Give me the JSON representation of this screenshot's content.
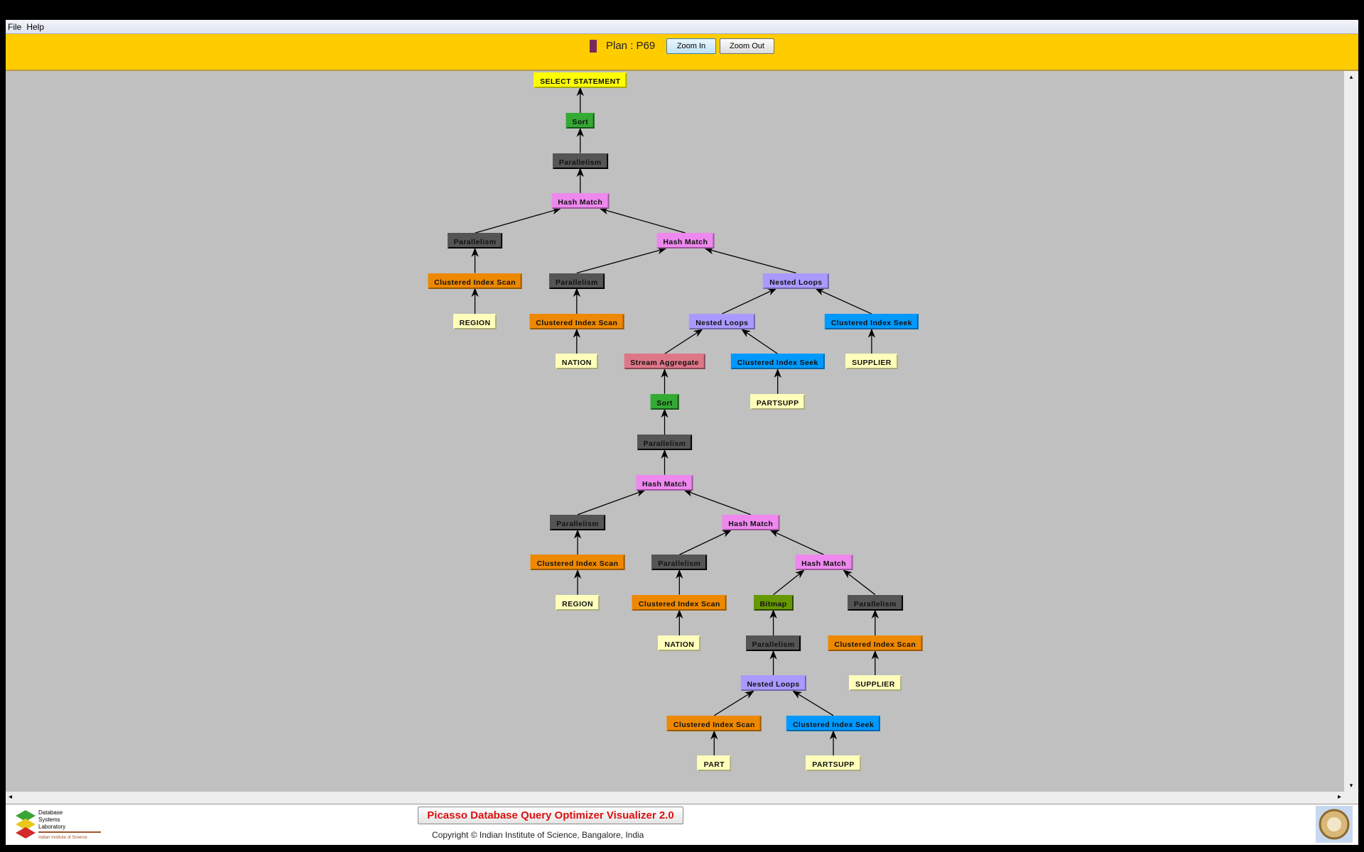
{
  "menu": [
    "File",
    "Help"
  ],
  "toolbar": {
    "plan_label": "Plan : P69",
    "zoom_in": "Zoom In",
    "zoom_out": "Zoom Out",
    "plan_color": "#7a2a5a"
  },
  "footer": {
    "title": "Picasso Database Query Optimizer Visualizer 2.0",
    "copyright": "Copyright © Indian Institute of Science, Bangalore, India",
    "logo_text": [
      "Database",
      "Systems",
      "Laboratory",
      "Indian Institute of Science"
    ]
  },
  "node_colors": {
    "select": "#ffff00",
    "sort": "#33aa33",
    "parallelism": "#555555",
    "hash": "#ee88ee",
    "cis": "#ee8800",
    "table": "#ffffbb",
    "nl": "#aa99ff",
    "seek": "#0099ff",
    "agg": "#dd7788",
    "bitmap": "#669900"
  },
  "plan_tree": [
    {
      "label": "SELECT STATEMENT",
      "type": "select",
      "parent": null
    },
    {
      "label": "Sort",
      "type": "sort",
      "parent": 0
    },
    {
      "label": "Parallelism",
      "type": "parallelism",
      "parent": 1
    },
    {
      "label": "Hash Match",
      "type": "hash",
      "parent": 2
    },
    {
      "label": "Parallelism",
      "type": "parallelism",
      "parent": 3
    },
    {
      "label": "Clustered Index Scan",
      "type": "cis",
      "parent": 4
    },
    {
      "label": "REGION",
      "type": "table",
      "parent": 5
    },
    {
      "label": "Hash Match",
      "type": "hash",
      "parent": 3
    },
    {
      "label": "Parallelism",
      "type": "parallelism",
      "parent": 7
    },
    {
      "label": "Clustered Index Scan",
      "type": "cis",
      "parent": 8
    },
    {
      "label": "NATION",
      "type": "table",
      "parent": 9
    },
    {
      "label": "Nested Loops",
      "type": "nl",
      "parent": 7
    },
    {
      "label": "Nested Loops",
      "type": "nl",
      "parent": 11
    },
    {
      "label": "Clustered Index Seek",
      "type": "seek",
      "parent": 11
    },
    {
      "label": "SUPPLIER",
      "type": "table",
      "parent": 13
    },
    {
      "label": "Stream Aggregate",
      "type": "agg",
      "parent": 12
    },
    {
      "label": "Clustered Index Seek",
      "type": "seek",
      "parent": 12
    },
    {
      "label": "PARTSUPP",
      "type": "table",
      "parent": 16
    },
    {
      "label": "Sort",
      "type": "sort",
      "parent": 15
    },
    {
      "label": "Parallelism",
      "type": "parallelism",
      "parent": 18
    },
    {
      "label": "Hash Match",
      "type": "hash",
      "parent": 19
    },
    {
      "label": "Parallelism",
      "type": "parallelism",
      "parent": 20
    },
    {
      "label": "Clustered Index Scan",
      "type": "cis",
      "parent": 21
    },
    {
      "label": "REGION",
      "type": "table",
      "parent": 22
    },
    {
      "label": "Hash Match",
      "type": "hash",
      "parent": 20
    },
    {
      "label": "Parallelism",
      "type": "parallelism",
      "parent": 24
    },
    {
      "label": "Clustered Index Scan",
      "type": "cis",
      "parent": 25
    },
    {
      "label": "NATION",
      "type": "table",
      "parent": 26
    },
    {
      "label": "Hash Match",
      "type": "hash",
      "parent": 24
    },
    {
      "label": "Bitmap",
      "type": "bitmap",
      "parent": 28
    },
    {
      "label": "Parallelism",
      "type": "parallelism",
      "parent": 29
    },
    {
      "label": "Nested Loops",
      "type": "nl",
      "parent": 30
    },
    {
      "label": "Clustered Index Scan",
      "type": "cis",
      "parent": 31
    },
    {
      "label": "PART",
      "type": "table",
      "parent": 32
    },
    {
      "label": "Clustered Index Seek",
      "type": "seek",
      "parent": 31
    },
    {
      "label": "PARTSUPP",
      "type": "table",
      "parent": 34
    },
    {
      "label": "Parallelism",
      "type": "parallelism",
      "parent": 28
    },
    {
      "label": "Clustered Index Scan",
      "type": "cis",
      "parent": 36
    },
    {
      "label": "SUPPLIER",
      "type": "table",
      "parent": 37
    }
  ]
}
